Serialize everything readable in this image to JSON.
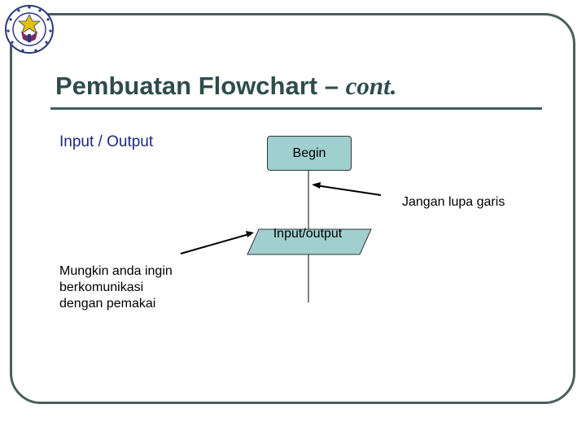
{
  "slide": {
    "title_main": "Pembuatan Flowchart – ",
    "title_italic": "cont.",
    "subtitle": "Input / Output"
  },
  "flowchart": {
    "begin_label": "Begin",
    "io_label": "Input/output"
  },
  "annotations": {
    "line_note": "Jangan lupa garis",
    "io_note_lines": [
      "Mungkin anda ingin",
      "berkomunikasi",
      "dengan pemakai"
    ]
  },
  "colors": {
    "title": "#2f4c4d",
    "accent_blue": "#1a2a7a",
    "shape_fill": "#9fcfcf",
    "frame": "#4a5f5d"
  }
}
